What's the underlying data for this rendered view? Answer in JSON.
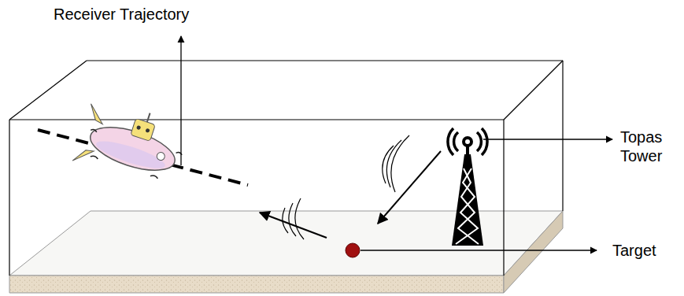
{
  "diagram": {
    "labels": [
      "Receiver Trajectory",
      "Topas Tower",
      "Target"
    ]
  }
}
